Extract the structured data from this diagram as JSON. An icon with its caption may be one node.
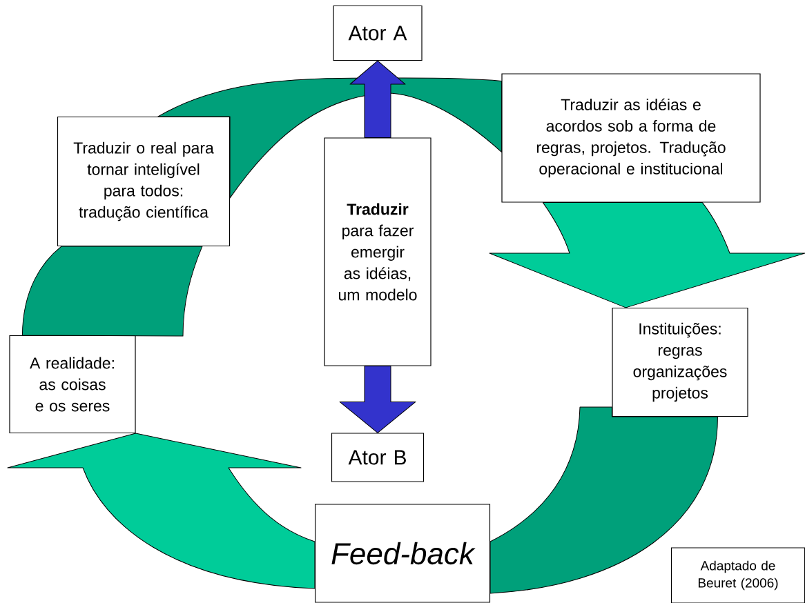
{
  "diagram": {
    "nodes": [
      {
        "text": [
          "Ator A"
        ]
      },
      {
        "text": [
          "Traduzir o real para tornar inteligível para todos: tradução científica"
        ]
      },
      {
        "text": [
          "Traduzir as idéias e acordos sob a forma de regras, projetos. Tradução operacional e institucional"
        ]
      },
      {
        "text": [
          "**Traduzir** para fazer emergir as idéias, um modelo"
        ]
      },
      {
        "text": [
          "A realidade: as coisas e os seres"
        ]
      },
      {
        "text": [
          "Instituições: regras organizações projetos"
        ]
      },
      {
        "text": [
          "Ator B"
        ]
      },
      {
        "text": [
          "Feed-back"
        ]
      },
      {
        "text": [
          "Adaptado de Beuret (2006)"
        ]
      }
    ],
    "edges": [
      {
        "from": 4,
        "to": 1,
        "arrow": "none",
        "color": "#00a07a"
      },
      {
        "from": 1,
        "to": 2,
        "arrow": "none",
        "color": "#00a07a"
      },
      {
        "from": 2,
        "to": 5,
        "arrow": "to",
        "color": "#00cc99"
      },
      {
        "from": 5,
        "to": 7,
        "arrow": "none",
        "color": "#00a07a"
      },
      {
        "from": 7,
        "to": 4,
        "arrow": "to",
        "color": "#00cc99"
      },
      {
        "from": 3,
        "to": 0,
        "arrow": "to",
        "color": "#3333cc"
      },
      {
        "from": 3,
        "to": 6,
        "arrow": "to",
        "color": "#3333cc"
      }
    ]
  }
}
